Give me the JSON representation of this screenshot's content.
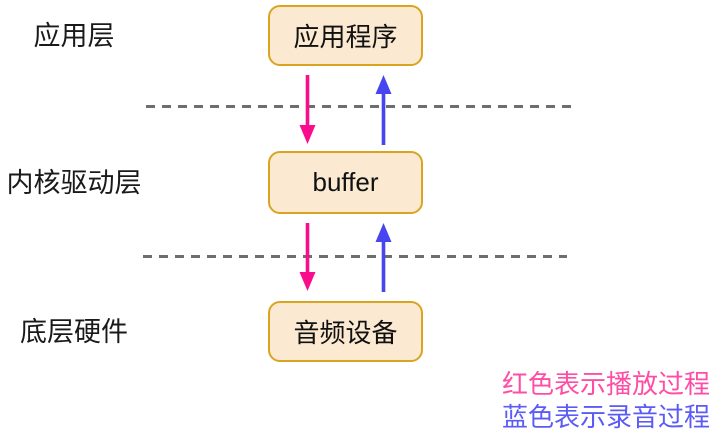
{
  "diagram": {
    "title_context": "audio-playback-record-flow",
    "layers": [
      {
        "label": "应用层",
        "box": "应用程序"
      },
      {
        "label": "内核驱动层",
        "box": "buffer"
      },
      {
        "label": "底层硬件",
        "box": "音频设备"
      }
    ],
    "legend": [
      {
        "text": "红色表示播放过程",
        "color": "#ff4da6"
      },
      {
        "text": "蓝色表示录音过程",
        "color": "#5b5bf5"
      }
    ],
    "colors": {
      "playback_arrow": "#fa0d8c",
      "record_arrow": "#4745f0",
      "box_border": "#d9a420",
      "box_fill": "#fce9d1",
      "dash": "#6e6e6e",
      "label_text": "#1a1a1a"
    }
  }
}
